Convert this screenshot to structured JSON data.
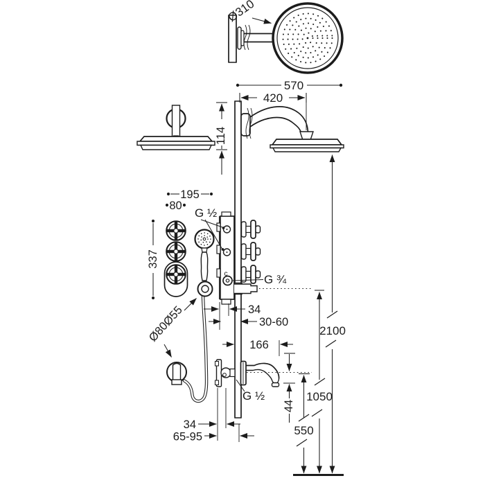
{
  "figure": {
    "type": "technical-installation-diagram",
    "subject": "Concealed thermostatic shower system with overhead shower, hand shower and bath spout",
    "colors": {
      "line": "#1c1c1c",
      "background": "#ffffff"
    },
    "top_view": {
      "head_diameter": "Ø310"
    },
    "overhead": {
      "reach_total": "570",
      "reach_arm": "420",
      "arm_drop": "114"
    },
    "mixer": {
      "plate_span": "195",
      "handle_span": "80",
      "plate_height": "337",
      "inlet_thread": "G ½",
      "outlet_thread": "G ¾",
      "marking": "c",
      "recess_depth": "34",
      "recess_range": "30-60"
    },
    "handshower": {
      "hook_diameter": "Ø55"
    },
    "spout": {
      "escutcheon_diameter": "Ø80",
      "reach": "166",
      "drop": "44",
      "inlet_thread": "G ½",
      "recess_depth": "34",
      "recess_range": "65-95"
    },
    "heights": {
      "head": "2100",
      "outlet": "1050",
      "spout": "550"
    }
  }
}
